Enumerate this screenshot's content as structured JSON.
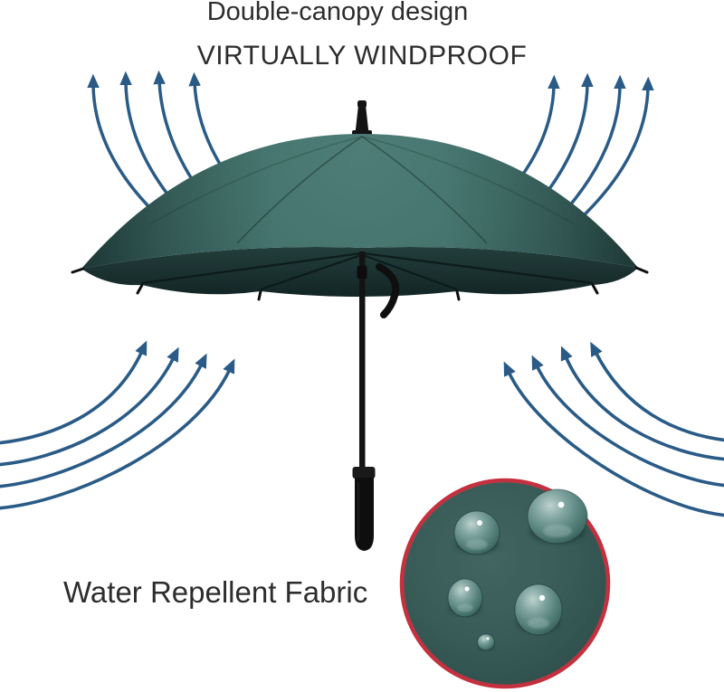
{
  "title": {
    "line1": "Double-canopy design",
    "line2": "VIRTUALLY WINDPROOF"
  },
  "labels": {
    "water_repellent": "Water Repellent Fabric"
  },
  "icons": {
    "wind_arrow": "curved-up-arrow",
    "water_droplet": "droplet-bead",
    "detail_inset": "circular-fabric-closeup"
  },
  "colors": {
    "background": "#ffffff",
    "text": "#2d2d2d",
    "arrow": "#2a5b87",
    "canopy_light": "#4d7b75",
    "canopy_mid": "#45736d",
    "canopy_dark": "#254541",
    "canopy_underside": "#16292a",
    "hardware": "#131313",
    "inset_border": "#c5303e",
    "inset_fabric": "#456f6a"
  }
}
